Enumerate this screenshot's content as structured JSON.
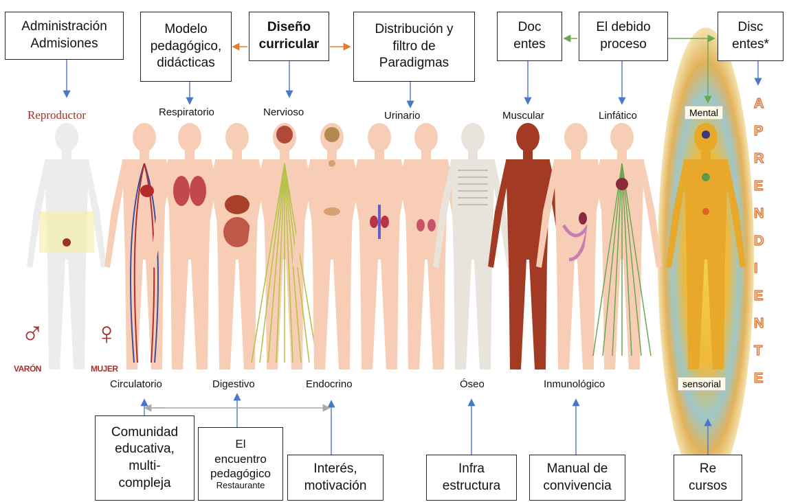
{
  "top_boxes": [
    {
      "id": "admin",
      "text": "Administración\nAdmisiones"
    },
    {
      "id": "modelo",
      "text": "Modelo\npedagógico,\ndidácticas"
    },
    {
      "id": "diseno",
      "text": "Diseño\ncurricular"
    },
    {
      "id": "distribucion",
      "text": "Distribución y\nfiltro de\nParadigmas"
    },
    {
      "id": "docentes",
      "text": "Doc\nentes"
    },
    {
      "id": "debido",
      "text": "El debido\nproceso"
    },
    {
      "id": "discentes",
      "text": "Disc\nentes*"
    }
  ],
  "bottom_boxes": {
    "comunidad": "Comunidad\neducativa,\nmulti-\ncompleja",
    "encuentro": "El\nencuentro\npedagógico",
    "encuentro_small": "Restaurante",
    "interes": "Interés,\nmotivación",
    "infra": "Infra\nestructura",
    "manual": "Manual de\nconvivencia",
    "recursos": "Re\ncursos"
  },
  "systems": {
    "reproductor": "Reproductor",
    "respiratorio": "Respiratorio",
    "nervioso": "Nervioso",
    "urinario": "Urinario",
    "muscular": "Muscular",
    "linfatico": "Linfático",
    "circulatorio": "Circulatorio",
    "digestivo": "Digestivo",
    "endocrino": "Endocrino",
    "oseo": "Óseo",
    "inmunologico": "Inmunológico"
  },
  "gender": {
    "male_symbol": "♂",
    "female_symbol": "♀",
    "male": "VARÓN",
    "female": "MUJER"
  },
  "aura": {
    "mental": "Mental",
    "sensorial": "sensorial",
    "vertical_word": [
      "A",
      "P",
      "R",
      "E",
      "N",
      "D",
      "I",
      "E",
      "N",
      "T",
      "E"
    ]
  },
  "colors": {
    "arrow_blue": "#4a78c4",
    "arrow_orange": "#e87a2a",
    "arrow_green": "#6aa84f",
    "skin": "#f7cdb5",
    "muscle": "#a23a24",
    "bone": "#e8e4dc",
    "nerve": "#b7c24a",
    "lymph": "#6aa84f",
    "aura_outer": "#d2a54a",
    "aura_inner": "#f1c34a"
  }
}
